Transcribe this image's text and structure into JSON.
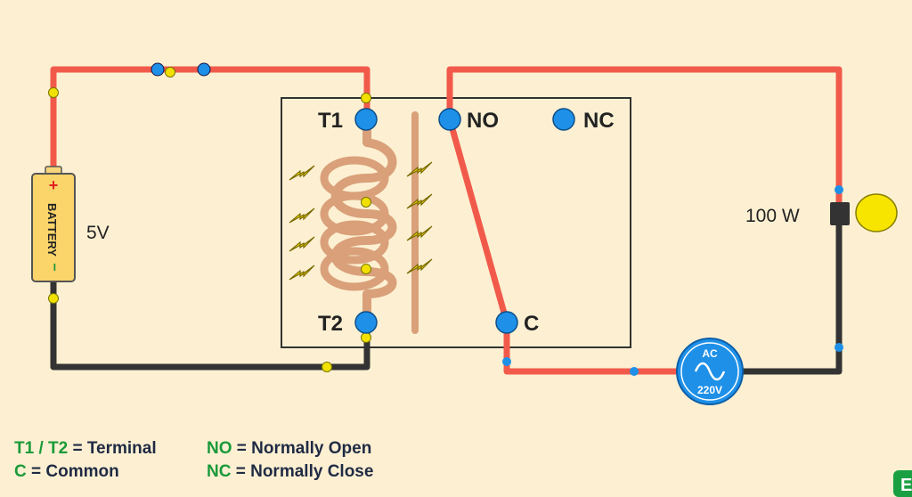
{
  "colors": {
    "background": "#fdf0d2",
    "wire_positive": "#f15a4a",
    "wire_negative": "#333333",
    "terminal": "#1e90e8",
    "junction": "#f2e000",
    "coil": "#d9a07a",
    "lamp": "#f7e500",
    "legend_key": "#1a9a3a",
    "legend_text": "#1f2a44"
  },
  "relay": {
    "terminals": {
      "t1": "T1",
      "t2": "T2",
      "no": "NO",
      "nc": "NC",
      "c": "C"
    }
  },
  "battery": {
    "label": "BATTERY",
    "plus": "+",
    "minus": "−",
    "voltage": "5V"
  },
  "lamp": {
    "power": "100 W"
  },
  "ac_source": {
    "label": "AC",
    "voltage": "220V",
    "symbol": "~"
  },
  "legend": [
    {
      "key": "T1 / T2",
      "sep": " = ",
      "text": "Terminal"
    },
    {
      "key": "C",
      "sep": " = ",
      "text": "Common"
    },
    {
      "key": "NO",
      "sep": " = ",
      "text": "Normally Open"
    },
    {
      "key": "NC",
      "sep": " = ",
      "text": "Normally Close"
    }
  ],
  "corner_logo": {
    "text": "E"
  }
}
